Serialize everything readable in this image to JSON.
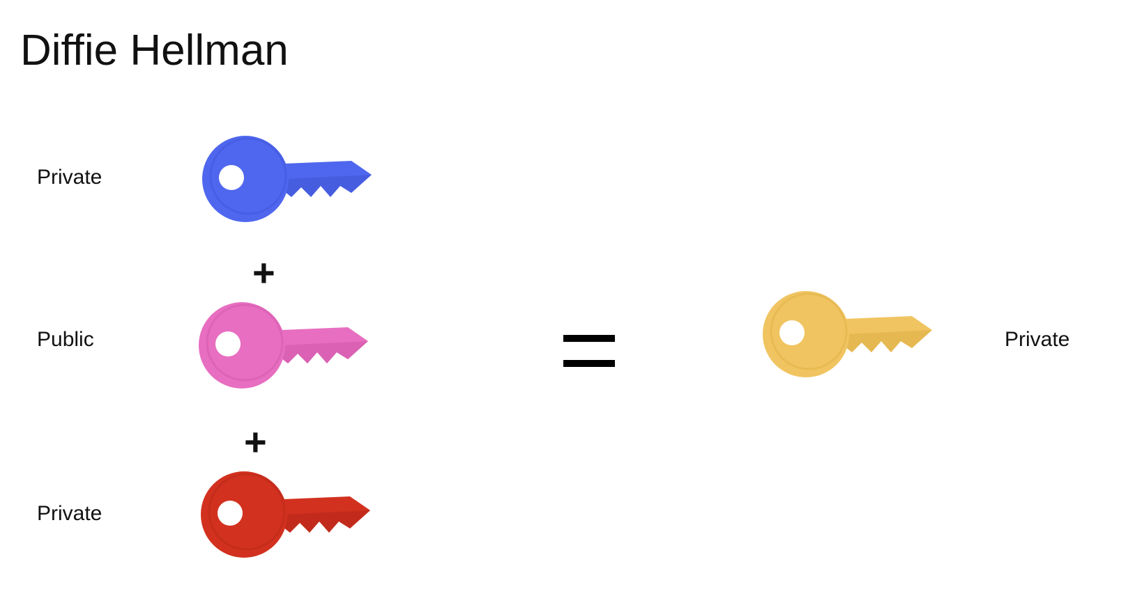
{
  "title": "Diffie Hellman",
  "operators": {
    "plus": "+"
  },
  "inputs": [
    {
      "label": "Private",
      "color": "#4f67ee",
      "shade": "#3f55d6",
      "icon": "blue-key-icon"
    },
    {
      "label": "Public",
      "color": "#e76ec0",
      "shade": "#cf57a8",
      "icon": "pink-key-icon"
    },
    {
      "label": "Private",
      "color": "#d2311f",
      "shade": "#b52718",
      "icon": "red-key-icon"
    }
  ],
  "result": {
    "label": "Private",
    "color": "#f0c460",
    "shade": "#ddaf45",
    "icon": "yellow-key-icon"
  }
}
